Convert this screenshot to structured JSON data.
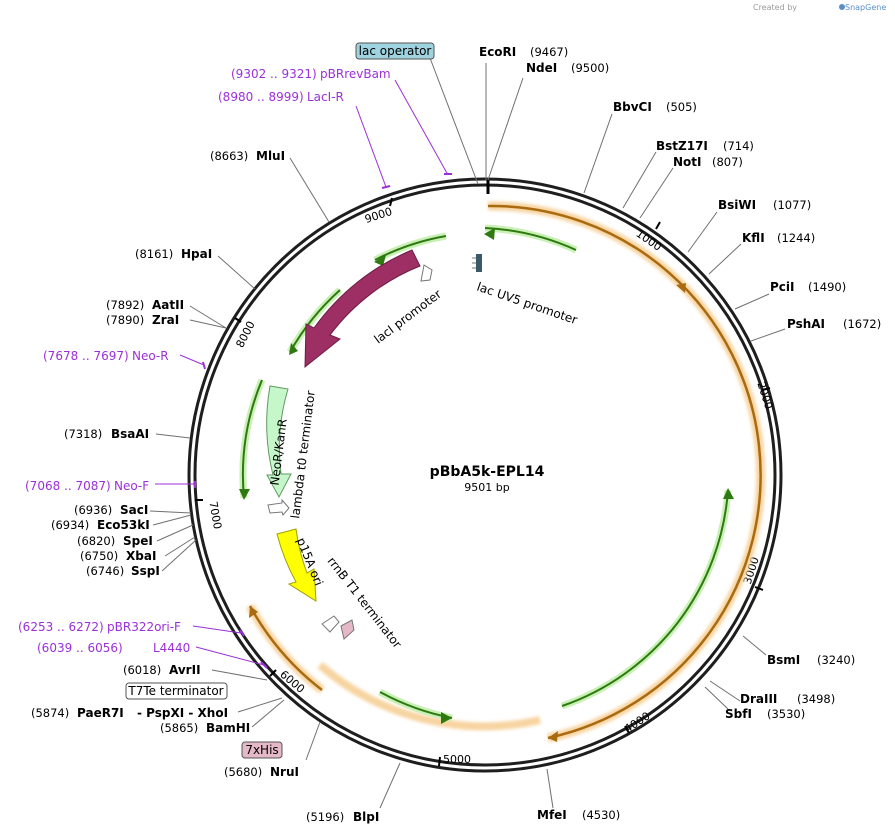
{
  "credit": {
    "created_by": "Created by",
    "brand": "SnapGene"
  },
  "map": {
    "name": "pBbA5k-EPL14",
    "length_label": "9501 bp"
  },
  "scale_ticks": [
    "1000",
    "2000",
    "3000",
    "4000",
    "5000",
    "6000",
    "7000",
    "8000",
    "9000"
  ],
  "enzymes": [
    {
      "name": "EcoRI",
      "pos": "(9467)"
    },
    {
      "name": "NdeI",
      "pos": "(9500)"
    },
    {
      "name": "BbvCI",
      "pos": "(505)"
    },
    {
      "name": "BstZ17I",
      "pos": "(714)"
    },
    {
      "name": "NotI",
      "pos": "(807)"
    },
    {
      "name": "BsiWI",
      "pos": "(1077)"
    },
    {
      "name": "KflI",
      "pos": "(1244)"
    },
    {
      "name": "PciI",
      "pos": "(1490)"
    },
    {
      "name": "PshAI",
      "pos": "(1672)"
    },
    {
      "name": "BsmI",
      "pos": "(3240)"
    },
    {
      "name": "DraIII",
      "pos": "(3498)"
    },
    {
      "name": "SbfI",
      "pos": "(3530)"
    },
    {
      "name": "MfeI",
      "pos": "(4530)"
    },
    {
      "name": "BlpI",
      "pos": "(5196)"
    },
    {
      "name": "NruI",
      "pos": "(5680)"
    },
    {
      "name": "BamHI",
      "pos": "(5865)"
    },
    {
      "name": "PaeR7I",
      "pos": "(5874)",
      "extra": "- PspXI  - XhoI"
    },
    {
      "name": "AvrII",
      "pos": "(6018)"
    },
    {
      "name": "SspI",
      "pos": "(6746)"
    },
    {
      "name": "XbaI",
      "pos": "(6750)"
    },
    {
      "name": "SpeI",
      "pos": "(6820)"
    },
    {
      "name": "Eco53kI",
      "pos": "(6934)"
    },
    {
      "name": "SacI",
      "pos": "(6936)"
    },
    {
      "name": "BsaAI",
      "pos": "(7318)"
    },
    {
      "name": "ZraI",
      "pos": "(7890)"
    },
    {
      "name": "AatII",
      "pos": "(7892)"
    },
    {
      "name": "HpaI",
      "pos": "(8161)"
    },
    {
      "name": "MluI",
      "pos": "(8663)"
    }
  ],
  "primers": [
    {
      "name": "pBRrevBam",
      "range": "(9302 .. 9321)"
    },
    {
      "name": "LacI-R",
      "range": "(8980 .. 8999)"
    },
    {
      "name": "Neo-R",
      "range": "(7678 .. 7697)"
    },
    {
      "name": "Neo-F",
      "range": "(7068 .. 7087)"
    },
    {
      "name": "pBR322ori-F",
      "range": "(6253 .. 6272)"
    },
    {
      "name": "L4440",
      "range": "(6039 .. 6056)"
    }
  ],
  "boxed_features": [
    {
      "name": "lac operator",
      "color": "#9fd3e0"
    },
    {
      "name": "T7Te terminator",
      "color": "#ffffff"
    },
    {
      "name": "7xHis",
      "color": "#e5b8c8"
    }
  ],
  "features": {
    "lacI": "lacI",
    "lacI_promoter": "lacI promoter",
    "lac_uv5": "lac UV5 promoter",
    "neor": "NeoR/KanR",
    "lambda_t0": "lambda t0 terminator",
    "p15a": "p15A ori",
    "rrnb": "rrnB T1 terminator"
  },
  "colors": {
    "lacI": "#9e2f64",
    "neor": "#c6f7cb",
    "p15a": "#ffff00",
    "orf_orange": "#d98f2b",
    "orf_green": "#46a01c",
    "primer": "#9b30d9"
  }
}
